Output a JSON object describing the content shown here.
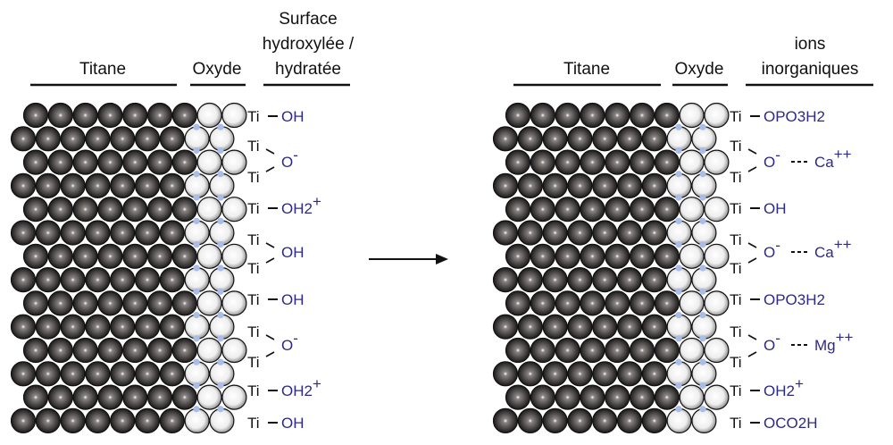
{
  "left_panel": {
    "headers": {
      "metal": "Titane",
      "oxide": "Oxyde",
      "surface_line1": "Surface",
      "surface_line2": "hydroxylée /",
      "surface_line3": "hydratée"
    },
    "groups": [
      {
        "type": "single",
        "ti": "Ti",
        "group": "OH",
        "sub": "",
        "sup": ""
      },
      {
        "type": "bridge",
        "ti": "Ti",
        "group": "O",
        "sub": "",
        "sup": "-",
        "ion": "",
        "ion_sup": ""
      },
      {
        "type": "single",
        "ti": "Ti",
        "group": "OH",
        "sub": "2",
        "sup": "+"
      },
      {
        "type": "bridge",
        "ti": "Ti",
        "group": "OH",
        "sub": "",
        "sup": "",
        "ion": "",
        "ion_sup": ""
      },
      {
        "type": "single",
        "ti": "Ti",
        "group": "OH",
        "sub": "",
        "sup": ""
      },
      {
        "type": "bridge",
        "ti": "Ti",
        "group": "O",
        "sub": "",
        "sup": "-",
        "ion": "",
        "ion_sup": ""
      },
      {
        "type": "single",
        "ti": "Ti",
        "group": "OH",
        "sub": "2",
        "sup": "+"
      },
      {
        "type": "single",
        "ti": "Ti",
        "group": "OH",
        "sub": "",
        "sup": ""
      }
    ]
  },
  "right_panel": {
    "headers": {
      "metal": "Titane",
      "oxide": "Oxyde",
      "surface_line1": "ions",
      "surface_line2": "inorganiques"
    },
    "groups": [
      {
        "type": "single",
        "ti": "Ti",
        "group": "OPO",
        "sub": "3",
        "group2": "H",
        "sub2": "2",
        "sup": ""
      },
      {
        "type": "bridge",
        "ti": "Ti",
        "group": "O",
        "sub": "",
        "sup": "-",
        "ion": "Ca",
        "ion_sup": "++"
      },
      {
        "type": "single",
        "ti": "Ti",
        "group": "OH",
        "sub": "",
        "sup": ""
      },
      {
        "type": "bridge",
        "ti": "Ti",
        "group": "O",
        "sub": "",
        "sup": "-",
        "ion": "Ca",
        "ion_sup": "++"
      },
      {
        "type": "single",
        "ti": "Ti",
        "group": "OPO",
        "sub": "3",
        "group2": "H",
        "sub2": "2",
        "sup": ""
      },
      {
        "type": "bridge",
        "ti": "Ti",
        "group": "O",
        "sub": "",
        "sup": "-",
        "ion": "Mg",
        "ion_sup": "++"
      },
      {
        "type": "single",
        "ti": "Ti",
        "group": "OH",
        "sub": "2",
        "sup": "+"
      },
      {
        "type": "single",
        "ti": "Ti",
        "group": "OCO",
        "sub": "2",
        "group2": "H",
        "sub2": "",
        "sup": ""
      }
    ]
  },
  "colors": {
    "group_text": "#2d2a86",
    "junction": "#a9bde8",
    "metal_atom": "#1a1a1a",
    "oxide_atom": "#f4f4f4"
  }
}
